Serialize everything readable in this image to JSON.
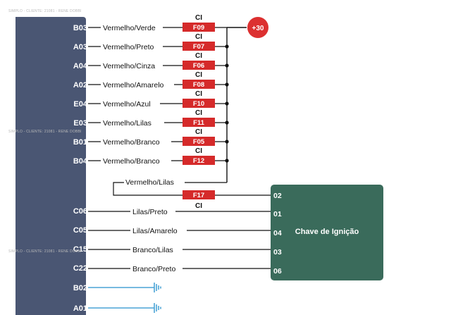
{
  "watermarks": [
    "SIMPLO - CLIENTE: 21081 - RENE DOBBI",
    "SIMPLO - CLIENTE: 21081 - RENE DOBBI",
    "SIMPLO - CLIENTE: 21081 - RENE DOBBI"
  ],
  "power": {
    "label": "+30"
  },
  "connector_rows": [
    {
      "pin": "B03",
      "wire": "Vermelho/Verde",
      "fuse": "F09",
      "ci": "CI"
    },
    {
      "pin": "A03",
      "wire": "Vermelho/Preto",
      "fuse": "F07",
      "ci": "CI"
    },
    {
      "pin": "A04",
      "wire": "Vermelho/Cinza",
      "fuse": "F06",
      "ci": "CI"
    },
    {
      "pin": "A02",
      "wire": "Vermelho/Amarelo",
      "fuse": "F08",
      "ci": "CI"
    },
    {
      "pin": "E04",
      "wire": "Vermelho/Azul",
      "fuse": "F10",
      "ci": "CI"
    },
    {
      "pin": "E03",
      "wire": "Vermelho/Lilas",
      "fuse": "F11",
      "ci": "CI"
    },
    {
      "pin": "B01",
      "wire": "Vermelho/Branco",
      "fuse": "F05",
      "ci": "CI"
    },
    {
      "pin": "B04",
      "wire": "Vermelho/Branco",
      "fuse": "F12",
      "ci": "CI"
    }
  ],
  "feed": {
    "wire": "Vermelho/Lilas",
    "fuse": "F17",
    "ci": "CI",
    "switch_pin": "02"
  },
  "switch_rows": [
    {
      "pin": "C06",
      "wire": "Lilas/Preto",
      "switch_pin": "01"
    },
    {
      "pin": "C05",
      "wire": "Lilas/Amarelo",
      "switch_pin": "04"
    },
    {
      "pin": "C15",
      "wire": "Branco/Lilas",
      "switch_pin": "03"
    },
    {
      "pin": "C22",
      "wire": "Branco/Preto",
      "switch_pin": "06"
    }
  ],
  "ground_pins": [
    "B02",
    "A01"
  ],
  "ignition_switch": {
    "title": "Chave de Ignição"
  },
  "colors": {
    "module": "#4a5673",
    "fuse": "#d52a2a",
    "power": "#dc3030",
    "switch": "#3a6b5b",
    "ground": "#4aa3d6",
    "wire": "#111111"
  }
}
